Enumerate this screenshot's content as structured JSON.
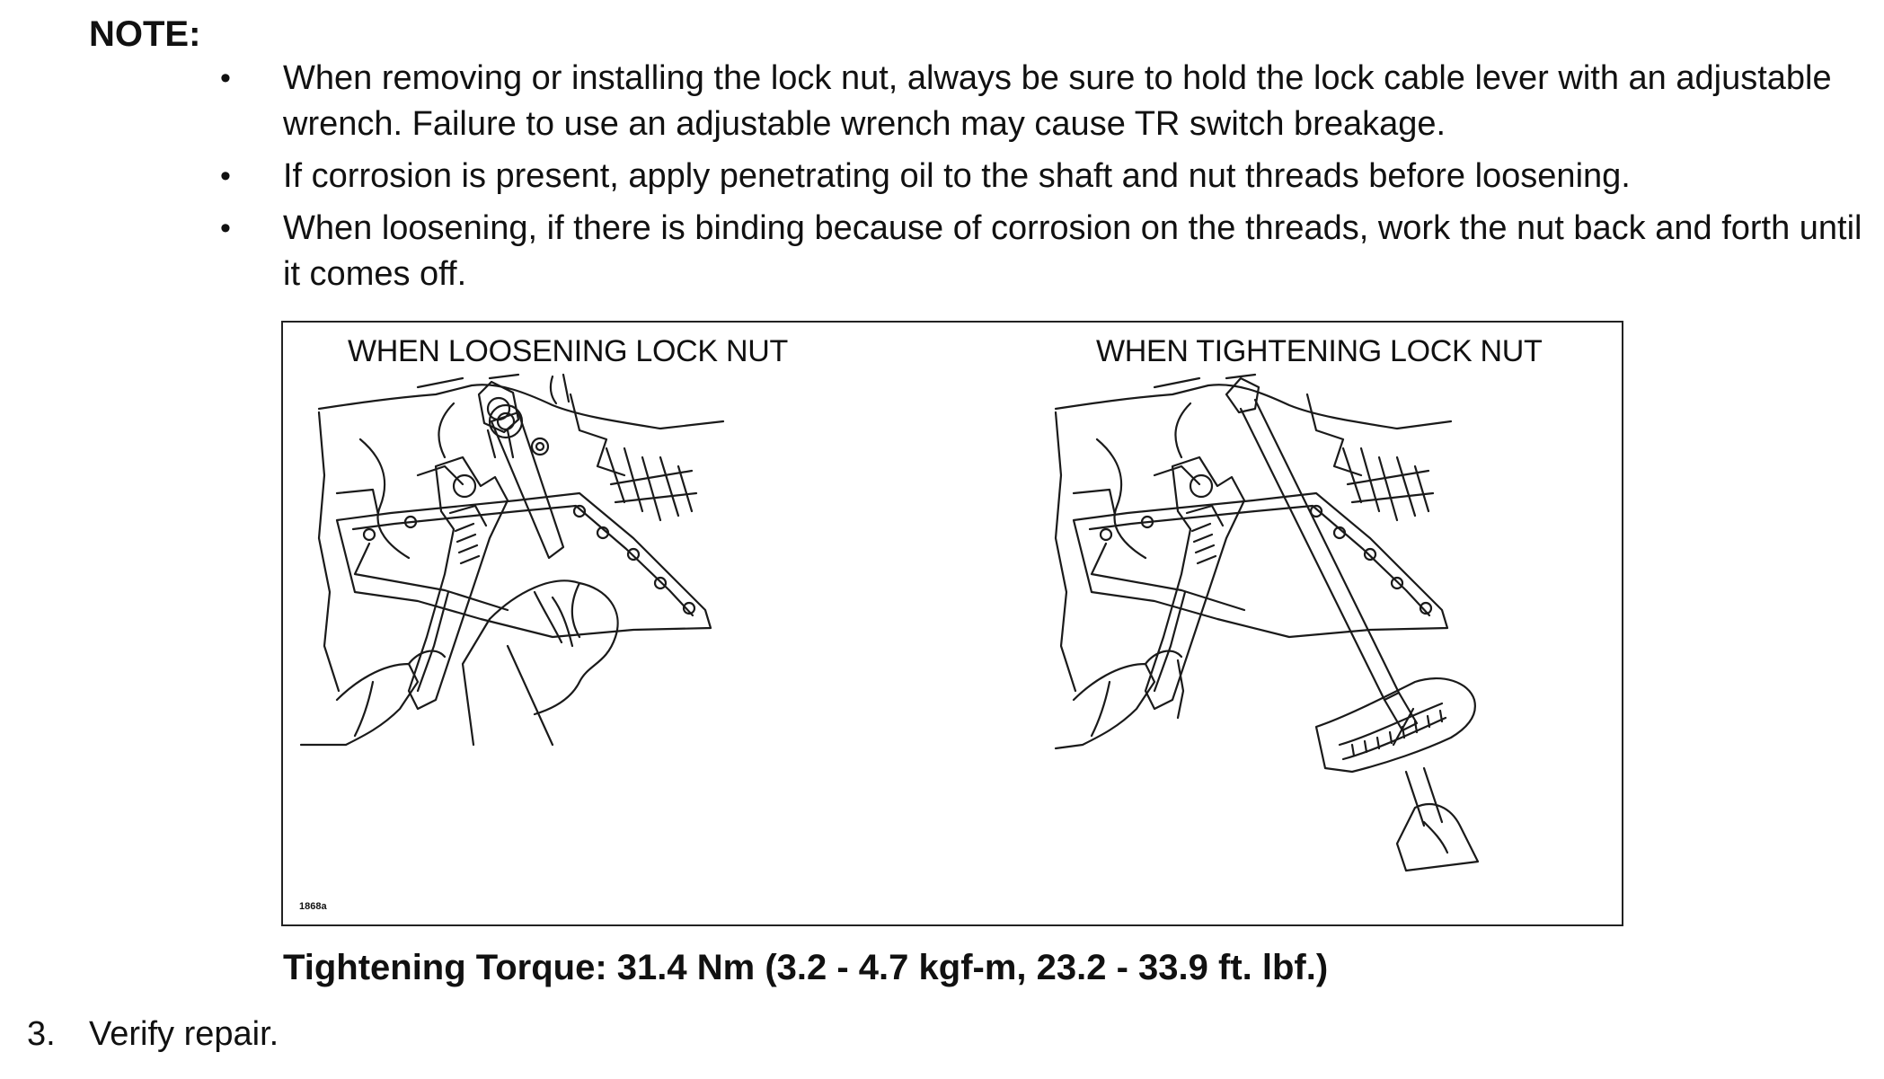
{
  "note": {
    "heading": "NOTE:",
    "bullets": [
      "When removing or installing the lock nut, always be sure to hold the lock cable lever with an adjustable wrench. Failure to use an adjustable wrench may cause TR switch breakage.",
      "If corrosion is present, apply penetrating oil to the shaft and nut threads before loosening.",
      "When loosening, if there is binding because of corrosion on the threads, work the nut back and forth until it comes off."
    ],
    "bullet_symbol": "•"
  },
  "figure": {
    "left_caption": "WHEN LOOSENING LOCK NUT",
    "right_caption": "WHEN TIGHTENING LOCK NUT",
    "figure_id": "1868a"
  },
  "torque": "Tightening Torque: 31.4 Nm (3.2 - 4.7 kgf-m, 23.2 - 33.9 ft. lbf.)",
  "step": {
    "number": "3.",
    "text": "Verify repair."
  }
}
